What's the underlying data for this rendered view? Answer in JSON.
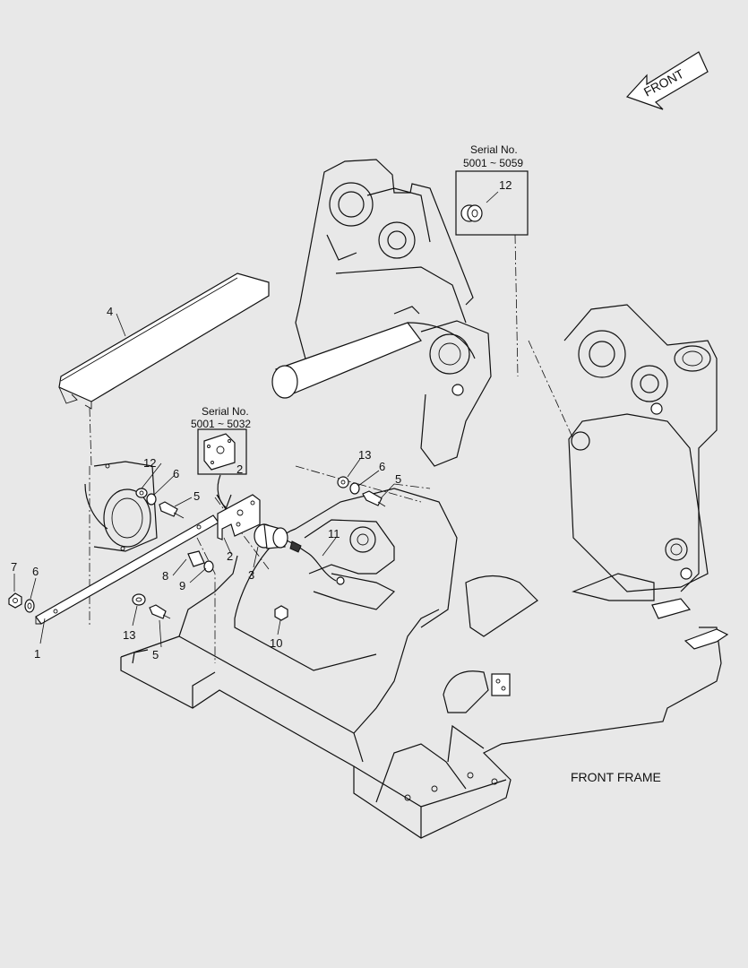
{
  "diagram": {
    "title": "FRONT FRAME",
    "direction_arrow": "FRONT",
    "serial_box_top": {
      "line1": "Serial No.",
      "line2": "5001 ~ 5059",
      "part": "12"
    },
    "serial_box_left": {
      "line1": "Serial No.",
      "line2": "5001 ~ 5032",
      "part": "2"
    },
    "callouts": {
      "c1": "1",
      "c2": "2",
      "c3": "3",
      "c4": "4",
      "c5a": "5",
      "c5b": "5",
      "c5c": "5",
      "c6a": "6",
      "c6b": "6",
      "c6c": "6",
      "c7": "7",
      "c8": "8",
      "c9": "9",
      "c10": "10",
      "c11": "11",
      "c12": "12",
      "c13a": "13",
      "c13b": "13"
    }
  }
}
